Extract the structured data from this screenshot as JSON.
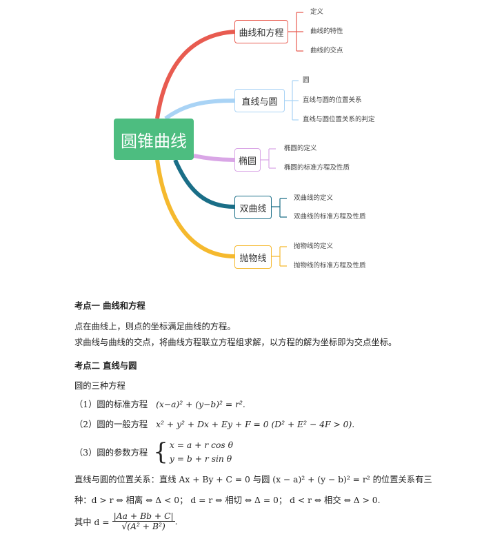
{
  "mindmap": {
    "root": "圆锥曲线",
    "branches": [
      {
        "label": "曲线和方程",
        "color": "#e85b50",
        "leaves": [
          "定义",
          "曲线的特性",
          "曲线的交点"
        ]
      },
      {
        "label": "直线与圆",
        "color": "#a9d3f5",
        "leaves": [
          "圆",
          "直线与圆的位置关系",
          "直线与圆位置关系的判定"
        ]
      },
      {
        "label": "椭圆",
        "color": "#d9a6e6",
        "leaves": [
          "椭圆的定义",
          "椭圆的标准方程及性质"
        ]
      },
      {
        "label": "双曲线",
        "color": "#1a6e87",
        "leaves": [
          "双曲线的定义",
          "双曲线的标准方程及性质"
        ]
      },
      {
        "label": "抛物线",
        "color": "#f5b92e",
        "leaves": [
          "抛物线的定义",
          "抛物线的标准方程及性质"
        ]
      }
    ]
  },
  "section1": {
    "title": "考点一  曲线和方程",
    "line1": "点在曲线上，则点的坐标满足曲线的方程。",
    "line2": "求曲线与曲线的交点，将曲线方程联立方程组求解，以方程的解为坐标即为交点坐标。"
  },
  "section2": {
    "title": "考点二  直线与圆",
    "intro": "圆的三种方程",
    "eq1_label": "（1）圆的标准方程",
    "eq1": "(x−a)² + (y−b)² = r².",
    "eq2_label": "（2）圆的一般方程",
    "eq2": "x² + y² + Dx + Ey + F = 0 (D² + E² − 4F > 0).",
    "eq3_label": "（3）圆的参数方程",
    "eq3a": "x = a + r cos θ",
    "eq3b": "y = b + r sin θ",
    "rel1": "直线与圆的位置关系：直线 Ax + By + C = 0 与圆 (x − a)² + (y − b)² = r² 的位置关系有三",
    "rel2": "种：d > r ⇔ 相离 ⇔ Δ < 0； d = r ⇔ 相切 ⇔ Δ = 0； d < r ⇔ 相交 ⇔ Δ > 0.",
    "d_prefix": "其中 d =",
    "d_num": "|Aa + Bb + C|",
    "d_den": "√(A² + B²)",
    "d_suffix": "."
  }
}
